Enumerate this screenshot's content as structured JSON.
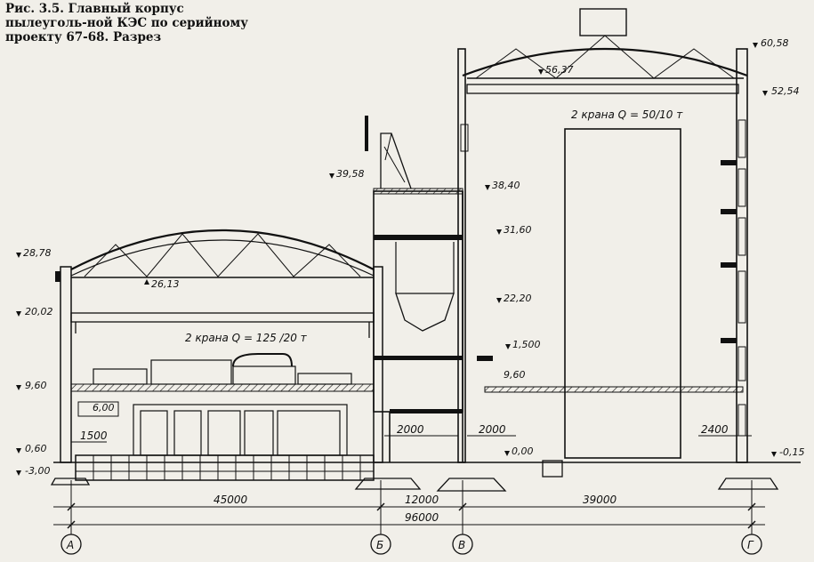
{
  "caption": {
    "text": "Рис. 3.5. Главный корпус пылеуголь-ной КЭС по серийному проекту 67-68. Разрез"
  },
  "elevations": {
    "e6058": "60,58",
    "e5637": "56,37",
    "e5254": "52,54",
    "e3958": "39,58",
    "e3840": "38,40",
    "e3160": "31,60",
    "e2878": "28,78",
    "e2613": "26,13",
    "e2220": "22,20",
    "e2002": "20,02",
    "e1500": "1,500",
    "e960_left": "9,60",
    "e960_mid": "9,60",
    "e600": "6,00",
    "e060": "0,60",
    "e000": "0,00",
    "e_m015": "-0,15",
    "e_m300": "-3,00"
  },
  "cranes": {
    "turbine_hall": "2 крана Q = 125 /20 т",
    "boiler_room": "2 крана Q = 50/10 т"
  },
  "dimensions": {
    "d1500": "1500",
    "d2000a": "2000",
    "d2000b": "2000",
    "d2400": "2400",
    "d45000": "45000",
    "d12000": "12000",
    "d39000": "39000",
    "d96000": "96000"
  },
  "axes": [
    "А",
    "Б",
    "В",
    "Г"
  ]
}
